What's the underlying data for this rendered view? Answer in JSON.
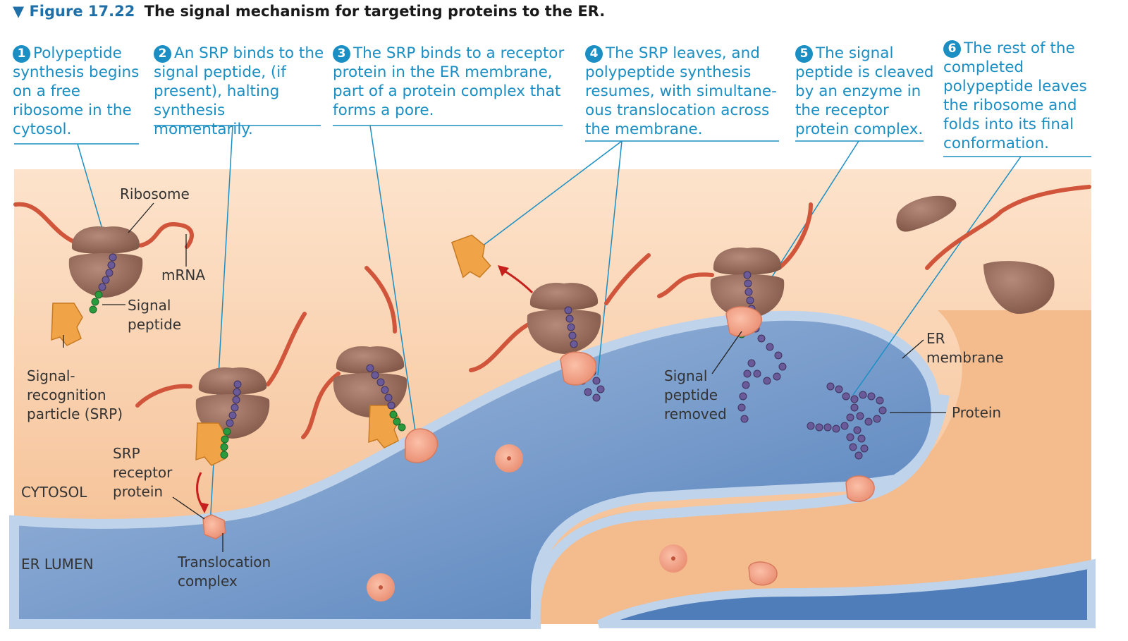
{
  "figure": {
    "number": "▼ Figure 17.22",
    "title": "The signal mechanism for targeting proteins to the ER."
  },
  "steps": [
    {
      "num": "1",
      "text": "Polypeptide synthesis begins on a free ribosome in the cytosol."
    },
    {
      "num": "2",
      "text": "An SRP binds to the signal peptide, (if present), halting synthesis momentarily."
    },
    {
      "num": "3",
      "text": "The SRP binds to a receptor protein in the ER membrane, part of a protein complex that forms a pore."
    },
    {
      "num": "4",
      "text": "The SRP leaves, and polypeptide synthesis resumes, with simultane-ous translocation across the membrane."
    },
    {
      "num": "5",
      "text": "The signal peptide is cleaved by an enzyme in the receptor protein complex."
    },
    {
      "num": "6",
      "text": "The rest of the completed polypeptide leaves the ribosome and folds into its final conformation."
    }
  ],
  "labels": {
    "ribosome": "Ribosome",
    "mrna": "mRNA",
    "signal_peptide": "Signal peptide",
    "srp": "Signal-recognition particle (SRP)",
    "srp_receptor": "SRP receptor protein",
    "cytosol": "CYTOSOL",
    "er_lumen": "ER LUMEN",
    "translocation_complex": "Translocation complex",
    "signal_peptide_removed": "Signal peptide removed",
    "er_membrane": "ER membrane",
    "protein": "Protein"
  },
  "colors": {
    "accent": "#1b8fc4",
    "cytosol": "#f7c9a0",
    "er_lumen": "#5a86bf",
    "ribosome": "#9a6e5f",
    "mrna": "#d0553b",
    "srp": "#f0a447",
    "signal_peptide": "#2a9a3c",
    "polypeptide": "#6b5a99"
  }
}
